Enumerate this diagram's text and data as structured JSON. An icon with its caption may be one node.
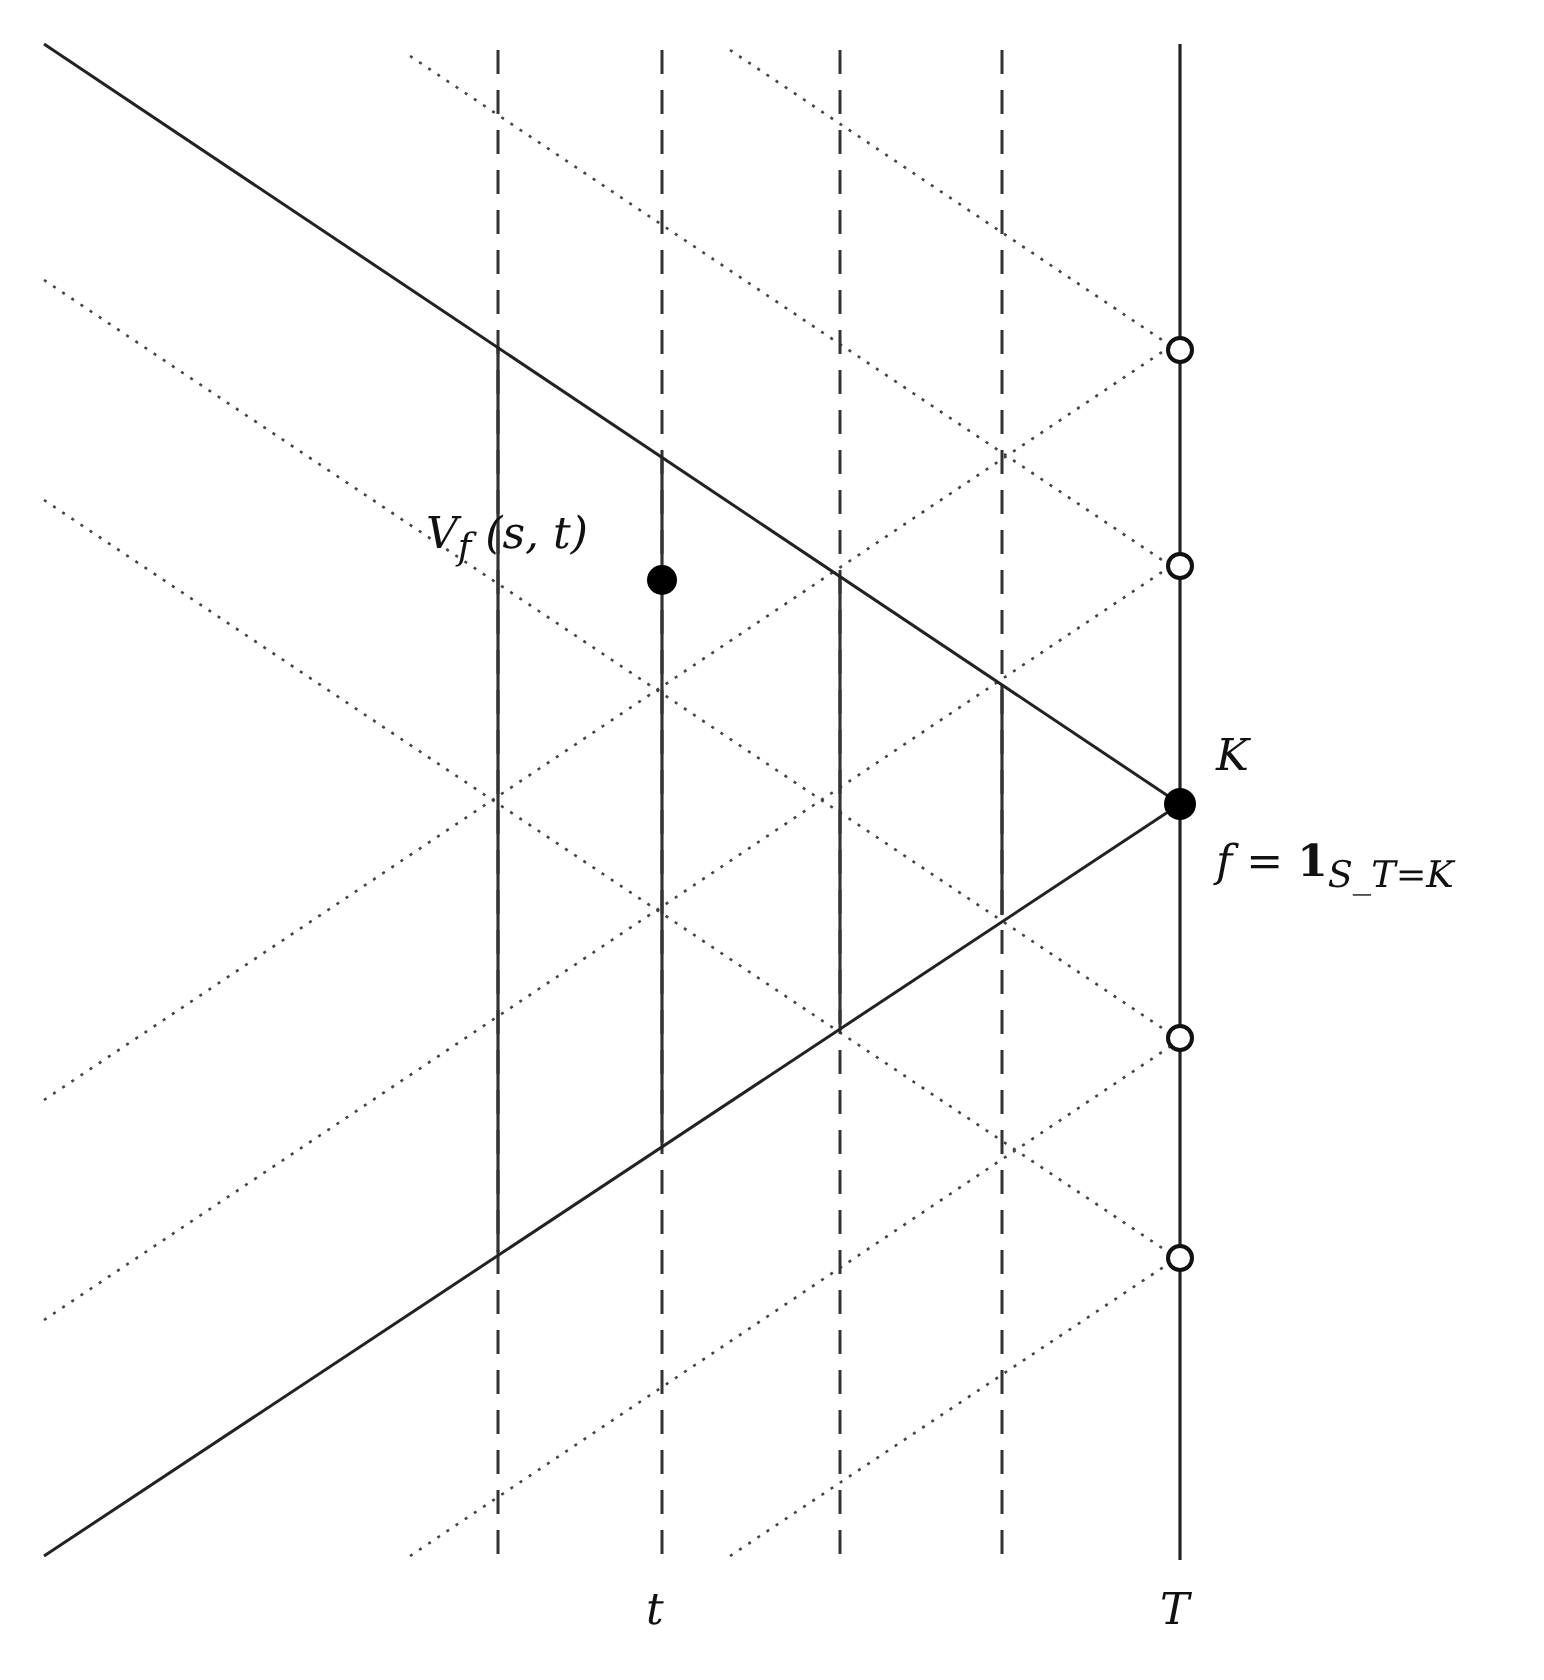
{
  "diagram": {
    "labels": [
      "V$_{f}$ (s, t)",
      "K",
      "f = **1**$_{S_T=K}$",
      "t",
      "T"
    ]
  }
}
